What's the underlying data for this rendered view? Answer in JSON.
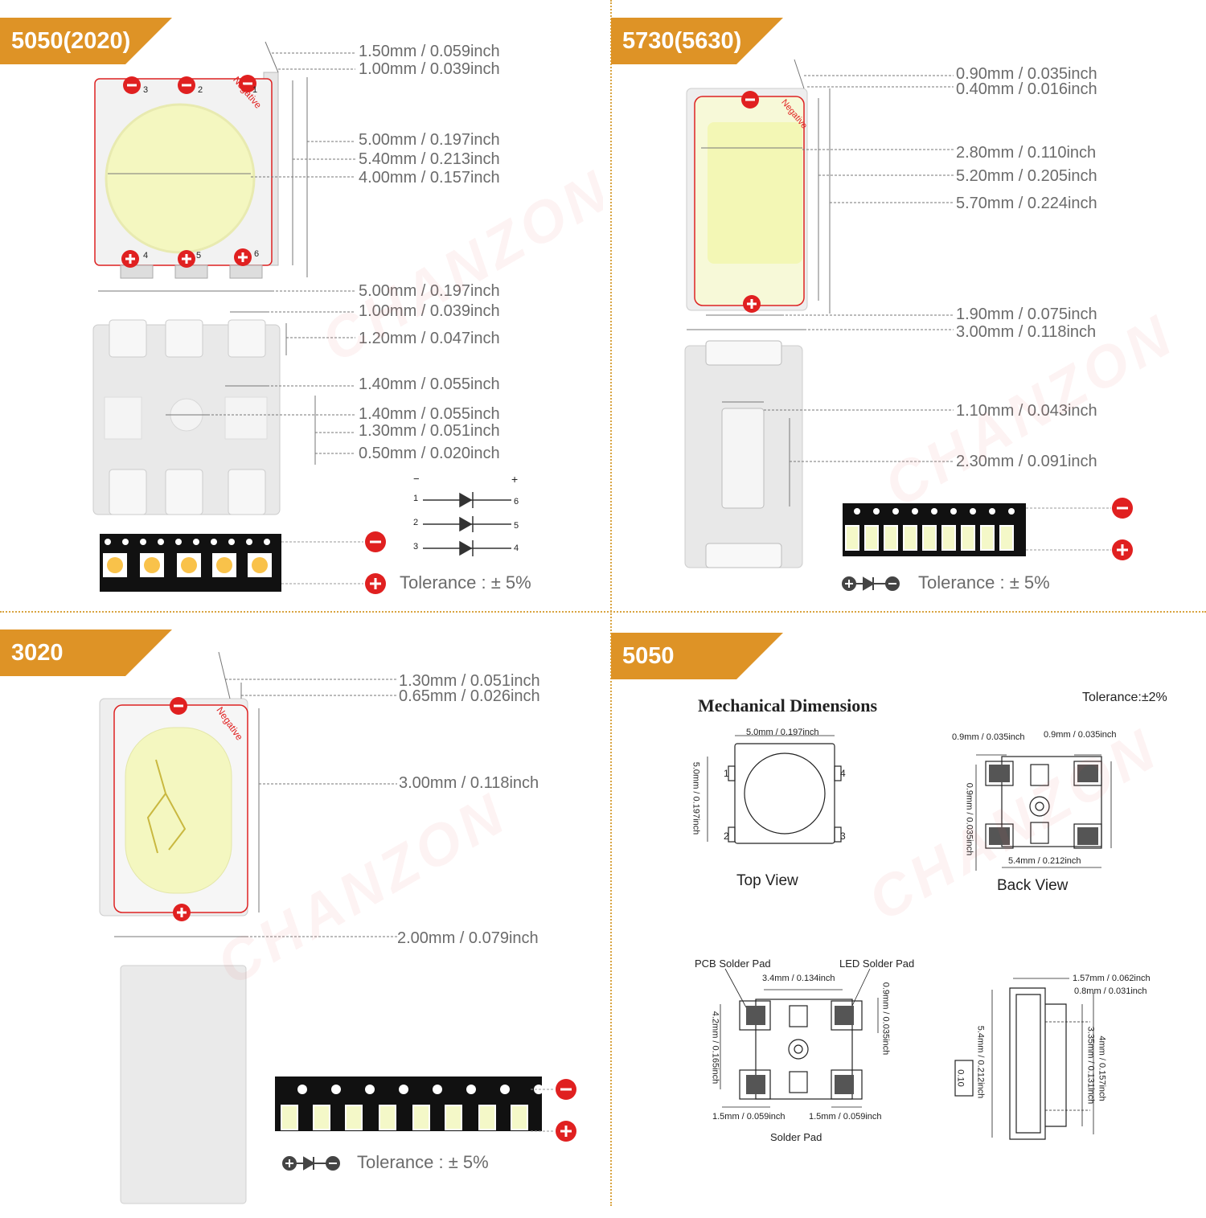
{
  "watermark": "CHANZON",
  "panels": {
    "p5050_2020": {
      "title": "5050(2020)",
      "dims": [
        "1.50mm / 0.059inch",
        "1.00mm / 0.039inch",
        "5.00mm / 0.197inch",
        "5.40mm / 0.213inch",
        "4.00mm / 0.157inch",
        "5.00mm / 0.197inch",
        "1.00mm / 0.039inch",
        "1.20mm / 0.047inch",
        "1.40mm / 0.055inch",
        "1.40mm / 0.055inch",
        "1.30mm / 0.051inch",
        "0.50mm / 0.020inch"
      ],
      "negative_label": "Negative",
      "pin_numbers_top": [
        "3",
        "2",
        "1"
      ],
      "pin_numbers_bottom": [
        "4",
        "5",
        "6"
      ],
      "schematic": {
        "minus": "−",
        "plus": "+",
        "left_pins": [
          "1",
          "2",
          "3"
        ],
        "right_pins": [
          "6",
          "5",
          "4"
        ]
      },
      "tolerance": "Tolerance : ± 5%"
    },
    "p5730": {
      "title": "5730(5630)",
      "dims": [
        "0.90mm / 0.035inch",
        "0.40mm / 0.016inch",
        "2.80mm / 0.110inch",
        "5.20mm / 0.205inch",
        "5.70mm / 0.224inch",
        "1.90mm / 0.075inch",
        "3.00mm / 0.118inch",
        "1.10mm / 0.043inch",
        "2.30mm / 0.091inch"
      ],
      "negative_label": "Negative",
      "tolerance": "Tolerance : ± 5%"
    },
    "p3020": {
      "title": "3020",
      "dims": [
        "1.30mm / 0.051inch",
        "0.65mm / 0.026inch",
        "3.00mm / 0.118inch",
        "2.00mm / 0.079inch"
      ],
      "negative_label": "Negative",
      "tolerance": "Tolerance : ± 5%"
    },
    "p5050": {
      "title": "5050",
      "heading": "Mechanical  Dimensions",
      "tolerance": "Tolerance:±2%",
      "top_view": {
        "caption": "Top View",
        "width": "5.0mm / 0.197inch",
        "height": "5.0mm / 0.197inch",
        "pins": [
          "1",
          "4",
          "2",
          "3"
        ]
      },
      "back_view": {
        "caption": "Back View",
        "pad_left": "0.9mm / 0.035inch",
        "pad_right": "0.9mm / 0.035inch",
        "vertical": "0.9mm / 0.035inch",
        "bottom": "5.4mm / 0.212inch"
      },
      "solder_pad": {
        "caption": "Solder Pad",
        "pcb": "PCB Solder Pad",
        "led": "LED Solder Pad",
        "spacing": "3.4mm / 0.134inch",
        "height": "4.2mm / 0.165inch",
        "pad_h": "0.9mm / 0.035inch",
        "pad_w_left": "1.5mm / 0.059inch",
        "pad_w_right": "1.5mm / 0.059inch"
      },
      "side_view": {
        "d1": "1.57mm / 0.062inch",
        "d2": "0.8mm / 0.031inch",
        "d3": "5.4mm / 0.212inch",
        "d4": "4mm / 0.157inch",
        "d5": "3.35mm / 0.131inch",
        "d6": "0.10"
      }
    }
  },
  "colors": {
    "accent": "#de9326",
    "polarity": "#e02020",
    "led_white": "#f4f8c8",
    "led_warm": "#f9c24a"
  }
}
